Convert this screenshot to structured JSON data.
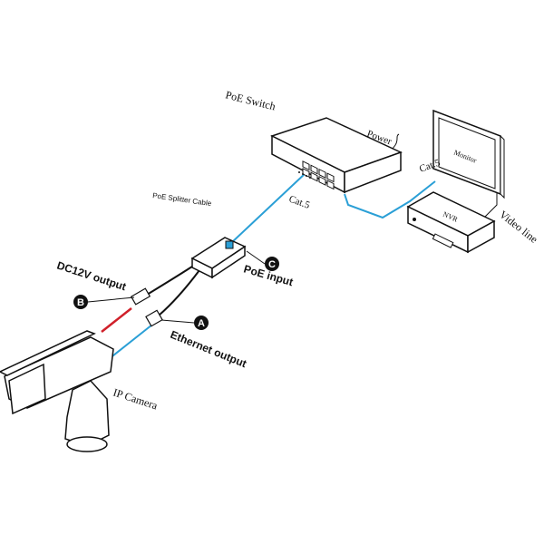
{
  "labels": {
    "poe_switch": "PoE  Switch",
    "power": "Power",
    "cat5_switch_splitter": "Cat.5",
    "cat5_switch_nvr": "Cat.5",
    "monitor": "Monitor",
    "nvr": "NVR",
    "video_line": "Video line",
    "poe_splitter_cable": "PoE Splitter Cable",
    "dc12v_output": "DC12V output",
    "poe_input": "PoE input",
    "ethernet_output": "Ethernet output",
    "ip_camera": "IP Camera"
  },
  "badges": {
    "a": "A",
    "b": "B",
    "c": "C"
  },
  "colors": {
    "line": "#111111",
    "ethernet_cable": "#2a9fd6",
    "power_cable": "#d0202a",
    "badge_fill": "#111111"
  }
}
